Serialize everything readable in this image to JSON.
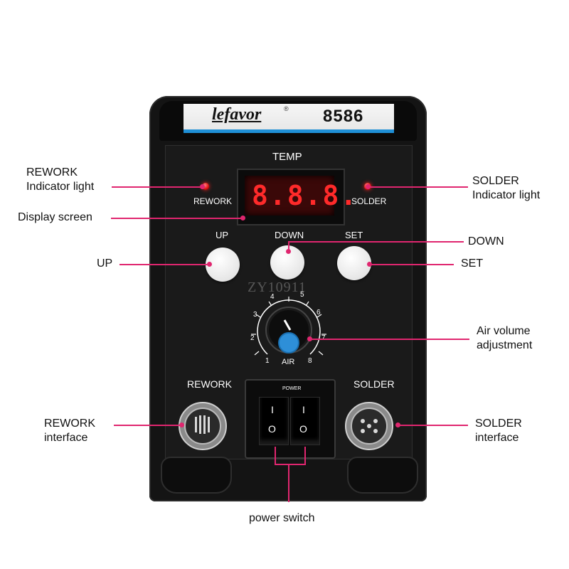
{
  "brand": {
    "logo_text": "lefavor",
    "registered_mark": "®",
    "model": "8586"
  },
  "panel": {
    "temp_label": "TEMP",
    "display_value": "8.8.8.",
    "rework_led_label": "REWORK",
    "solder_led_label": "SOLDER",
    "buttons": {
      "up": "UP",
      "down": "DOWN",
      "set": "SET"
    },
    "dial": {
      "label": "AIR",
      "scale": [
        "1",
        "2",
        "3",
        "4",
        "5",
        "6",
        "7",
        "8"
      ]
    },
    "power_label": "POWER",
    "switch_on": "I",
    "switch_off": "O",
    "rework_port_label": "REWORK",
    "solder_port_label": "SOLDER"
  },
  "watermark": "ZY10911",
  "callouts": {
    "rework_light": [
      "REWORK",
      "Indicator light"
    ],
    "solder_light": [
      "SOLDER",
      "Indicator light"
    ],
    "display_screen": "Display screen",
    "down": "DOWN",
    "up": "UP",
    "set": "SET",
    "air_volume": [
      "Air volume",
      "adjustment"
    ],
    "rework_interface": [
      "REWORK",
      "interface"
    ],
    "solder_interface": [
      "SOLDER",
      "interface"
    ],
    "power_switch": "power switch"
  },
  "colors": {
    "callout_line": "#e0266f",
    "device_body": "#121212",
    "brand_stripe": "#1f8fd6",
    "led_red": "#e01010",
    "display_digits": "#ff2a2a",
    "dial_knob": "#2e8fd8"
  }
}
